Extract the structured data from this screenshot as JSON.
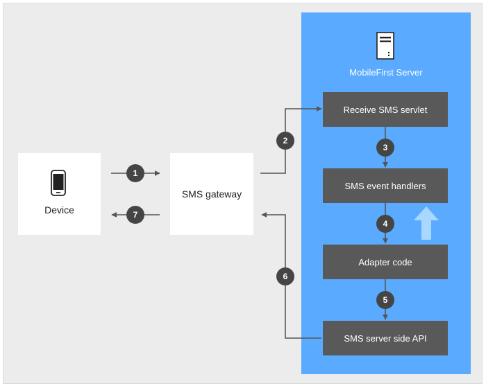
{
  "server": {
    "title": "MobileFirst Server",
    "icon": "server-icon"
  },
  "device": {
    "label": "Device",
    "icon": "smartphone-icon"
  },
  "gateway": {
    "label": "SMS gateway"
  },
  "components": [
    {
      "label": "Receive SMS servlet"
    },
    {
      "label": "SMS event handlers"
    },
    {
      "label": "Adapter code"
    },
    {
      "label": "SMS server side API"
    }
  ],
  "steps": [
    "1",
    "2",
    "3",
    "4",
    "5",
    "6",
    "7"
  ],
  "colors": {
    "background": "#ececec",
    "server_panel": "#5aaaff",
    "component_box": "#595959",
    "step_circle": "#454545",
    "connector": "#555555",
    "up_arrow": "#a8d8ff"
  }
}
